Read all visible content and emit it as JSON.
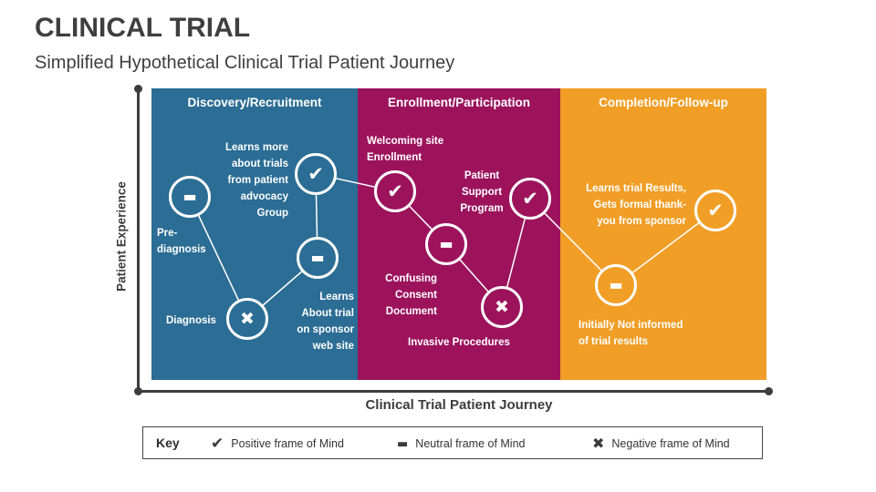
{
  "slide": {
    "title": "CLINICAL TRIAL",
    "subtitle": "Simplified Hypothetical Clinical Trial Patient Journey"
  },
  "axes": {
    "y_label": "Patient Experience",
    "x_label": "Clinical Trial Patient Journey"
  },
  "colors": {
    "discovery_blue": "#2b6d94",
    "enrollment_magenta": "#9c135c",
    "completion_orange": "#f19e26",
    "axis_dark": "#3d3d3d",
    "node_stroke_white": "#ffffff"
  },
  "icons": {
    "positive": "✔",
    "neutral": "▬",
    "negative": "✖"
  },
  "phases": [
    {
      "label": "Discovery/Recruitment"
    },
    {
      "label": "Enrollment/Participation"
    },
    {
      "label": "Completion/Follow-up"
    }
  ],
  "nodes": [
    {
      "label": "Pre-\ndiagnosis",
      "mood": "neutral",
      "phase": "Discovery/Recruitment"
    },
    {
      "label": "Diagnosis",
      "mood": "negative",
      "phase": "Discovery/Recruitment"
    },
    {
      "label": "Learns\nAbout trial\non sponsor\nweb site",
      "mood": "neutral",
      "phase": "Discovery/Recruitment"
    },
    {
      "label": "Learns more\nabout trials\nfrom patient\nadvocacy\nGroup",
      "mood": "positive",
      "phase": "Discovery/Recruitment"
    },
    {
      "label": "Welcoming site\nEnrollment",
      "mood": "positive",
      "phase": "Enrollment/Participation"
    },
    {
      "label": "Confusing\nConsent\nDocument",
      "mood": "neutral",
      "phase": "Enrollment/Participation"
    },
    {
      "label": "Invasive Procedures",
      "mood": "negative",
      "phase": "Enrollment/Participation"
    },
    {
      "label": "Patient\nSupport\nProgram",
      "mood": "positive",
      "phase": "Enrollment/Participation"
    },
    {
      "label": "Initially Not informed\nof trial results",
      "mood": "neutral",
      "phase": "Completion/Follow-up"
    },
    {
      "label": "Learns trial Results,\nGets formal thank-\nyou from sponsor",
      "mood": "positive",
      "phase": "Completion/Follow-up"
    }
  ],
  "key": {
    "title": "Key",
    "items": [
      {
        "icon": "positive",
        "label": "Positive frame of Mind"
      },
      {
        "icon": "neutral",
        "label": "Neutral frame of Mind"
      },
      {
        "icon": "negative",
        "label": "Negative frame of Mind"
      }
    ]
  }
}
